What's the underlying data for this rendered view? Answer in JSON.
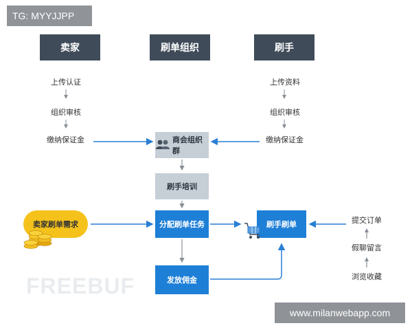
{
  "tag_label": "TG: MYYJJPP",
  "watermark_url": "www.milanwebapp.com",
  "brand_watermark": "FREEBUF",
  "headers": {
    "seller": "卖家",
    "org": "刷单组织",
    "clicker": "刷手"
  },
  "seller_steps": [
    "上传认证",
    "组织审核",
    "缴纳保证金"
  ],
  "clicker_steps": [
    "上传资料",
    "组织审核",
    "缴纳保证金"
  ],
  "boxes": {
    "chamber": "商会组织群",
    "training": "刷手培训",
    "assign": "分配刷单任务",
    "commission": "发放佣金",
    "brush": "刷手刷单"
  },
  "seller_demand": "卖家刷单需求",
  "right_flow": [
    "提交订单",
    "假聊留言",
    "浏览收藏"
  ],
  "colors": {
    "header_bg": "#3f4b59",
    "gray_box": "#c6ced6",
    "blue_box": "#1e7fd6",
    "arrow_blue": "#2a7fd4",
    "arrow_gray": "#8a8f96",
    "pill": "#f5c21b"
  }
}
